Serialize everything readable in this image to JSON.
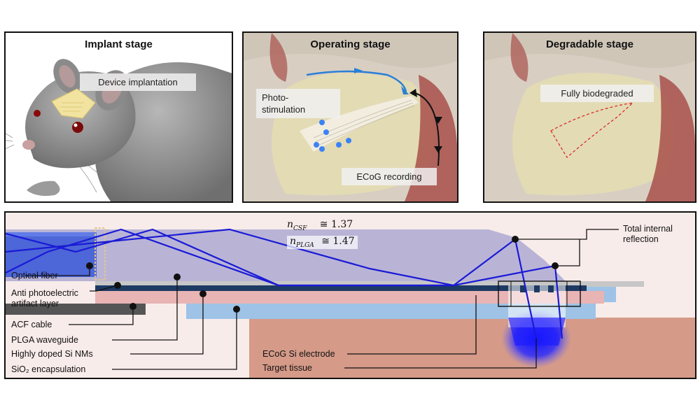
{
  "panels": {
    "implant": {
      "title": "Implant stage",
      "tag": "Device implantation"
    },
    "operating": {
      "title": "Operating stage",
      "tag_photo": "Photo-\nstimulation",
      "tag_ecog": "ECoG recording"
    },
    "degradable": {
      "title": "Degradable stage",
      "tag": "Fully biodegraded"
    }
  },
  "diagram": {
    "n_csf": {
      "sym": "n",
      "sub": "CSF",
      "val": "≅ 1.37"
    },
    "n_plga": {
      "sym": "n",
      "sub": "PLGA",
      "val": "≅ 1.47"
    },
    "labels": {
      "optical_fiber": "Optical fiber",
      "anti_photo": "Anti photoelectric\nartifact layer",
      "acf": "ACF cable",
      "plga": "PLGA waveguide",
      "si_nms": "Highly doped Si NMs",
      "sio2": "SiO₂ encapsulation",
      "ecog_electrode": "ECoG Si electrode",
      "target": "Target tissue",
      "tir": "Total internal\nreflection"
    }
  },
  "colors": {
    "ray": "#1a1ad6",
    "tissue": "#d59a88",
    "glow": "#1010ff",
    "substrate": "#9ec3e6",
    "arrow": "#2a7fd6"
  }
}
